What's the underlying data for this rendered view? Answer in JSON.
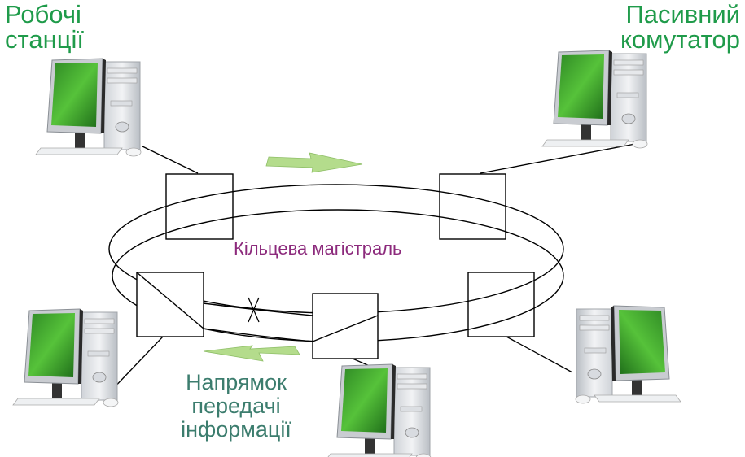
{
  "labels": {
    "workstations": [
      "Робочі",
      "станції"
    ],
    "passive_switch": [
      "Пасивний",
      "комутатор"
    ],
    "ring_backbone": "Кільцева магістраль",
    "direction": [
      "Напрямок",
      "передачі",
      "інформації"
    ]
  },
  "colors": {
    "label_green": "#1f9b4a",
    "direction_teal": "#3c7d6e",
    "ring_purple": "#8c2a7c",
    "arrow_fill": "#b4dc8c",
    "screen_green": "#3aa12f"
  },
  "icons": [
    "computer-icon",
    "direction-arrow-right",
    "direction-arrow-left",
    "break-mark"
  ]
}
